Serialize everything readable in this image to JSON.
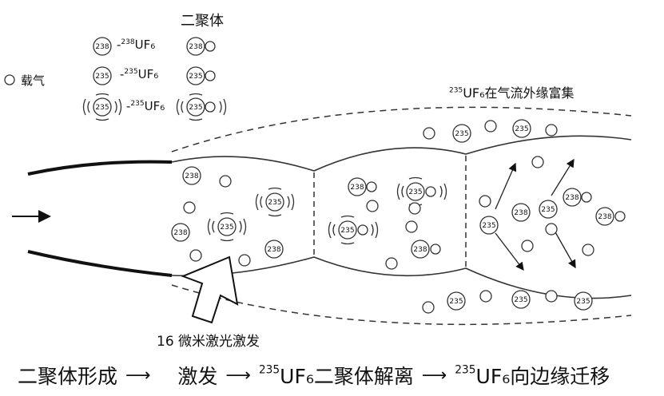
{
  "labels": {
    "dimer_title": "二聚体",
    "carrier_gas": "载气",
    "enrichment_note": "UF₆在气流外缘富集",
    "enrichment_sup": "235",
    "laser_excitation": "16 微米激光激发"
  },
  "legend": {
    "rows": [
      {
        "num": "238",
        "mass": "238",
        "formula": "UF₆"
      },
      {
        "num": "235",
        "mass": "235",
        "formula": "UF₆"
      },
      {
        "num": "235",
        "mass": "235",
        "formula": "UF₆"
      }
    ]
  },
  "molecules": {
    "m238": "238",
    "m235": "235"
  },
  "process_flow": {
    "step1": "二聚体形成",
    "step2": "激发",
    "step3_sup": "235",
    "step3": "UF₆二聚体解离",
    "step4_sup": "235",
    "step4": "UF₆向边缘迁移",
    "arrow": "⟶"
  }
}
